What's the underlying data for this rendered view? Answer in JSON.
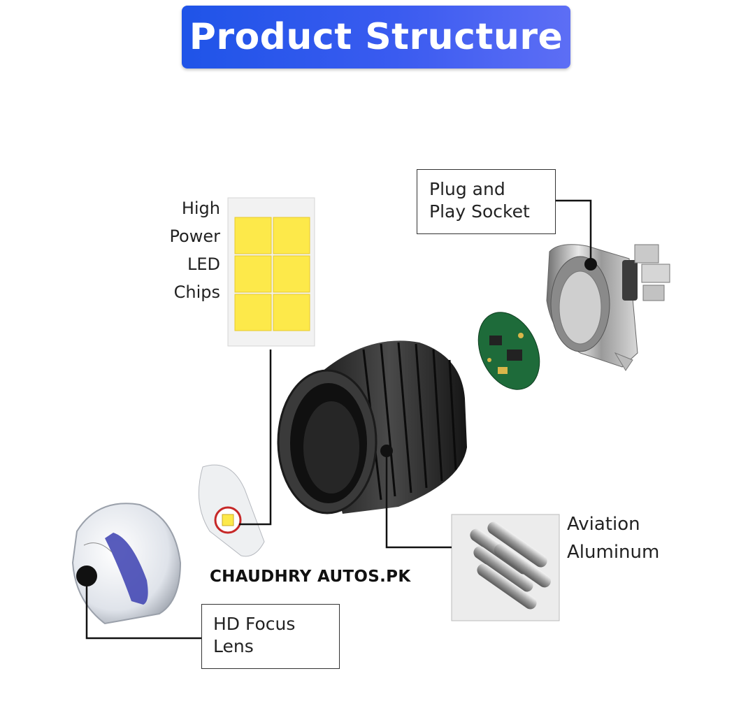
{
  "title": "Product Structure",
  "labels": {
    "socket": [
      "Plug and",
      "Play Socket"
    ],
    "led": [
      "High",
      "Power",
      "LED",
      "Chips"
    ],
    "aluminum": [
      "Aviation",
      "Aluminum"
    ],
    "lens": [
      "HD Focus",
      "Lens"
    ]
  },
  "brand": "CHAUDHRY AUTOS.PK",
  "colors": {
    "banner": "#2f57ec",
    "led_chip": "#fde94a",
    "pcb": "#1e6b3a",
    "housing": "#2a2a2a"
  }
}
